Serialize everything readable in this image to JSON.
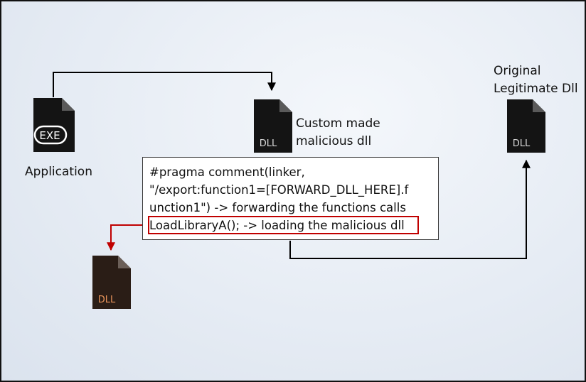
{
  "nodes": {
    "application": {
      "icon_text": "EXE",
      "label": "Application",
      "icon": "exe-file-icon"
    },
    "malicious_dll": {
      "icon_text": "DLL",
      "label_lines": [
        "Custom made",
        "malicious dll"
      ],
      "icon": "dll-file-icon"
    },
    "original_dll": {
      "icon_text": "DLL",
      "label_lines": [
        "Original",
        "Legitimate Dll"
      ],
      "icon": "dll-file-icon"
    },
    "loaded_dll": {
      "icon_text": "DLL",
      "icon": "dll-file-icon"
    }
  },
  "code_box": {
    "lines": [
      "#pragma comment(linker,",
      "\"/export:function1=[FORWARD_DLL_HERE].f",
      "unction1\") -> forwarding the functions calls",
      "LoadLibraryA(); -> loading the malicious dll"
    ],
    "highlighted_line_index": 3
  },
  "colors": {
    "connector": "#000000",
    "highlight": "#c00000",
    "icon_dark": "#141414",
    "icon_fold": "#5a5a5a",
    "icon_brown": "#2a1d16",
    "icon_brown_fold": "#6b5f58",
    "icon_brown_text": "#e8935a",
    "background": "#e6ecf4"
  }
}
